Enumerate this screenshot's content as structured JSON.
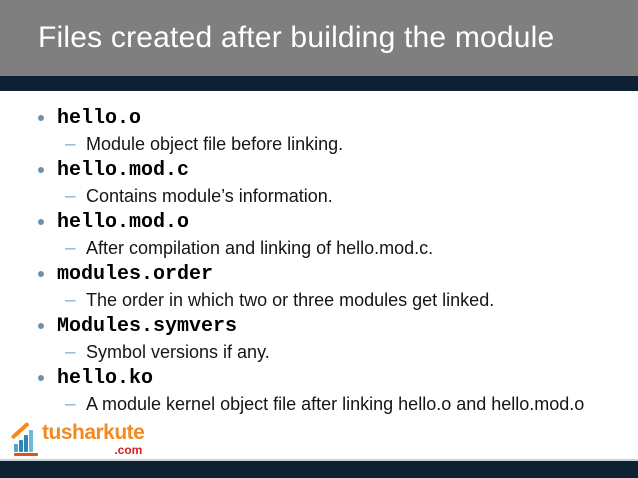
{
  "slide": {
    "title": "Files created after building the module",
    "items": [
      {
        "file": "hello.o",
        "desc": "Module object file before linking."
      },
      {
        "file": "hello.mod.c",
        "desc": "Contains module’s information."
      },
      {
        "file": "hello.mod.o",
        "desc": "After compilation and linking of hello.mod.c."
      },
      {
        "file": "modules.order",
        "desc": "The order in which two or three modules get linked."
      },
      {
        "file": "Modules.symvers",
        "desc": "Symbol versions if any."
      },
      {
        "file": "hello.ko",
        "desc": "A module kernel object file after linking hello.o and hello.mod.o"
      }
    ],
    "dash_glyph": "–"
  },
  "footer": {
    "logo_text": "tusharkute",
    "logo_domain": ".com"
  },
  "colors": {
    "header_gray": "#7f7f7f",
    "navy": "#0d2133",
    "bullet_blue": "#6d8fae",
    "dash_blue": "#8cb2d4",
    "logo_orange": "#f6891e",
    "logo_red": "#d42027",
    "logo_bar_blue": "#2e86b5"
  }
}
